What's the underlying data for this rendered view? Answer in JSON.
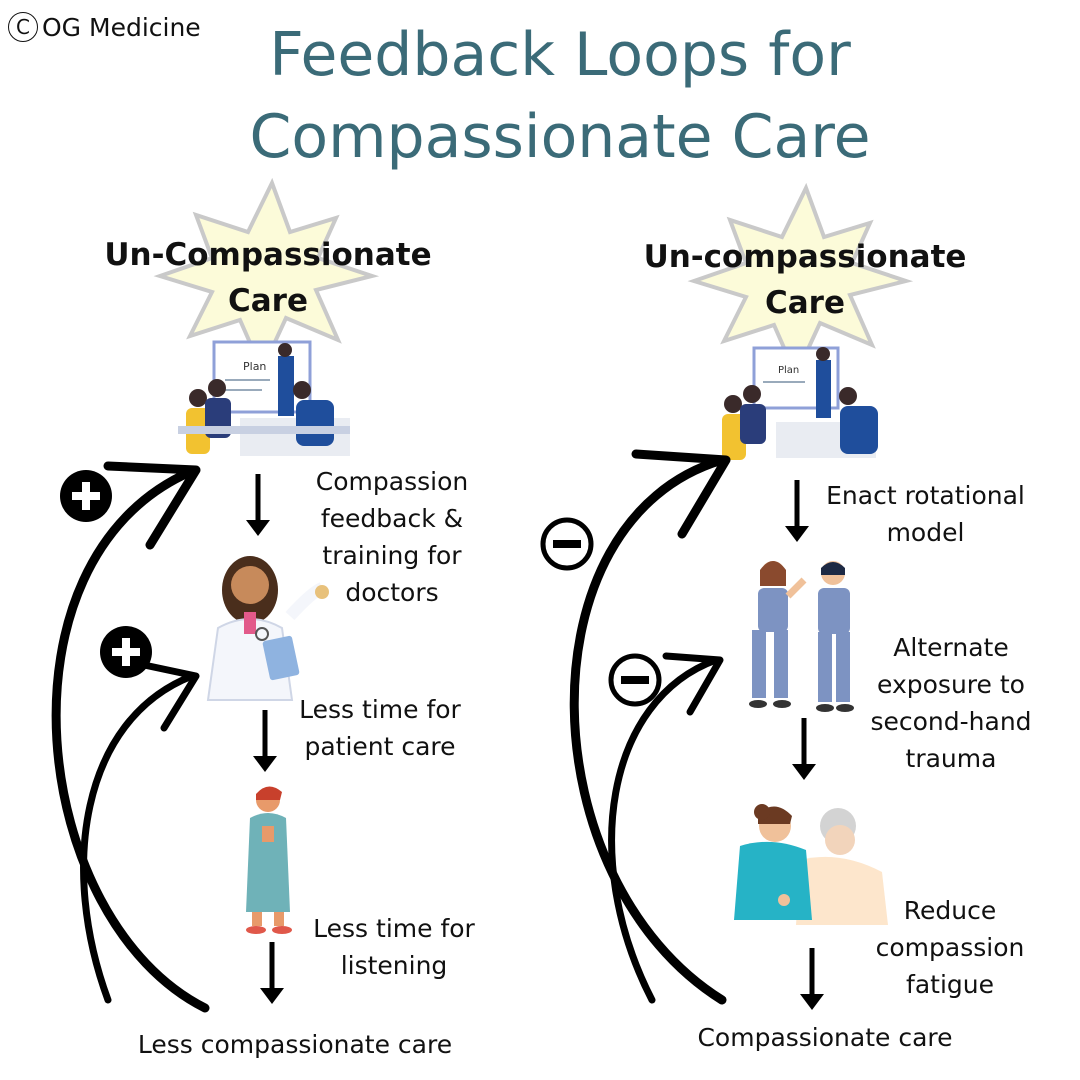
{
  "copyright": {
    "symbol": "C",
    "text": "OG Medicine"
  },
  "title": {
    "line1": "Feedback Loops for",
    "line2": "Compassionate Care"
  },
  "left": {
    "heading_line1": "Un-Compassionate",
    "heading_line2": "Care",
    "steps": [
      [
        "Compassion",
        "feedback &",
        "training for",
        "doctors"
      ],
      [
        "Less time for",
        "patient care"
      ],
      [
        "Less time for",
        "listening"
      ]
    ],
    "result": "Less compassionate care",
    "loop_signs": [
      "+",
      "+"
    ]
  },
  "right": {
    "heading_line1": "Un-compassionate",
    "heading_line2": "Care",
    "steps": [
      [
        "Enact rotational",
        "model"
      ],
      [
        "Alternate",
        "exposure to",
        "second-hand",
        "trauma"
      ],
      [
        "Reduce",
        "compassion",
        "fatigue"
      ]
    ],
    "result": "Compassionate care",
    "loop_signs": [
      "−",
      "−"
    ]
  },
  "colors": {
    "title": "#3b6b78",
    "burst": "#fcfbd9",
    "burst_stroke": "#c9c9c9",
    "scrubs": "#7d93c2",
    "teal": "#26b3c6"
  }
}
